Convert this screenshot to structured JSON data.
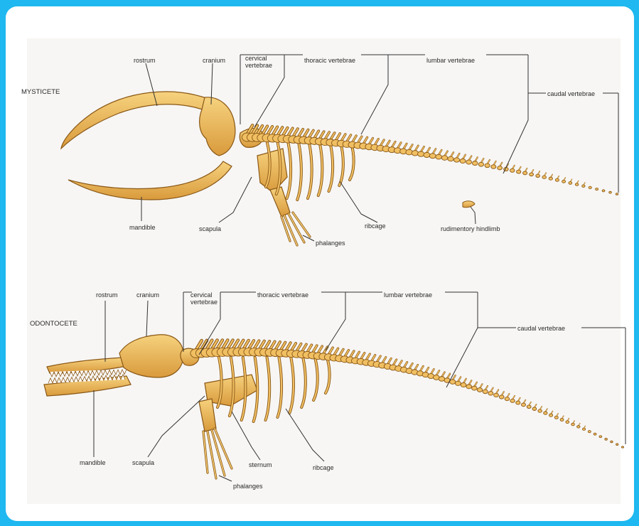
{
  "colors": {
    "border": "#1fb8f0",
    "bone_fill": "#f0bf62",
    "bone_shade": "#d8973a",
    "bone_outline": "#8a5716",
    "leader": "#333333"
  },
  "mysticete": {
    "title": "MYSTICETE",
    "labels": {
      "rostrum": "rostrum",
      "cranium": "cranium",
      "cervical": "cervical vertebrae",
      "thoracic": "thoracic vertebrae",
      "lumbar": "lumbar vertebrae",
      "caudal": "caudal vertebrae",
      "mandible": "mandible",
      "scapula": "scapula",
      "phalanges": "phalanges",
      "ribcage": "ribcage",
      "hindlimb": "rudimentory hindlimb"
    }
  },
  "odontocete": {
    "title": "ODONTOCETE",
    "labels": {
      "rostrum": "rostrum",
      "cranium": "cranium",
      "cervical": "cervical vertebrae",
      "thoracic": "thoracic vertebrae",
      "lumbar": "lumbar vertebrae",
      "caudal": "caudal vertebrae",
      "mandible": "mandible",
      "scapula": "scapula",
      "sternum": "sternum",
      "ribcage": "ribcage",
      "phalanges": "phalanges"
    }
  }
}
